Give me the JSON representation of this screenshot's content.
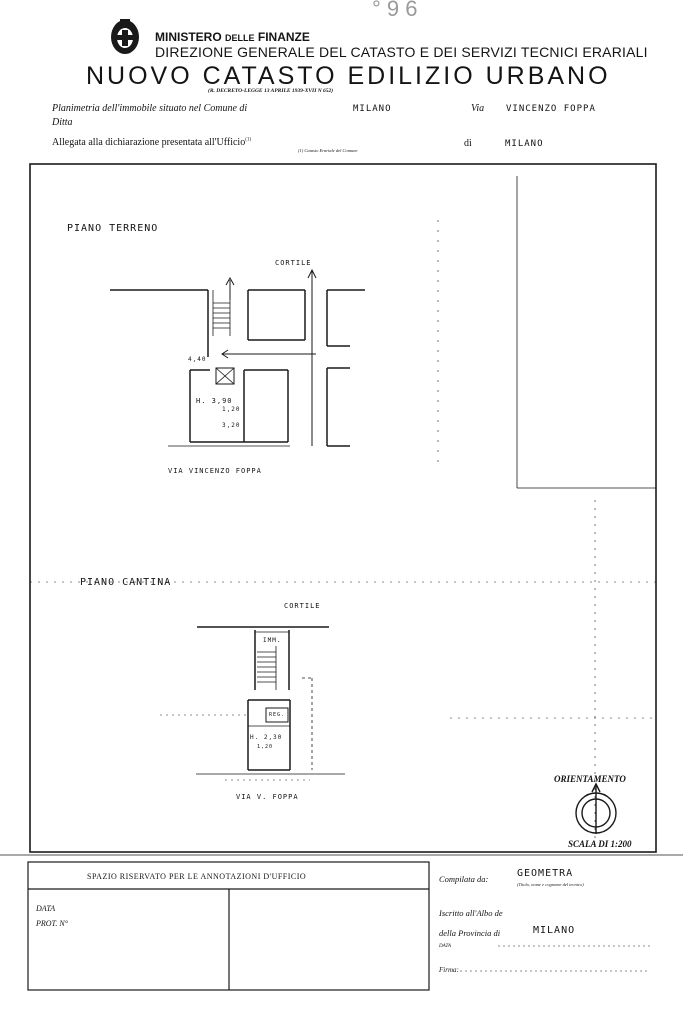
{
  "header": {
    "stamp_number": "° 9 6",
    "ministry": "MINISTERO",
    "ministry_small": "DELLE",
    "ministry_end": "FINANZE",
    "direction": "DIREZIONE GENERALE DEL CATASTO E DEI SERVIZI TECNICI ERARIALI",
    "registry": "NUOVO CATASTO EDILIZIO URBANO",
    "decree": "(R. DECRETO-LEGGE 13 APRILE 1939-XVII N 652)"
  },
  "form": {
    "planimetria_label": "Planimetria dell'immobile situato nel Comune di",
    "comune_value": "MILANO",
    "via_label": "Via",
    "via_value": "VINCENZO FOPPA",
    "ditta_label": "Ditta",
    "allegata_label": "Allegata alla dichiarazione presentata all'Ufficio",
    "allegata_sup": "(1)",
    "ufficio_note": "(1) Catasto Erariale del Comune",
    "di_label": "di",
    "di_value": "MILANO"
  },
  "plan": {
    "ground_floor_title": "PIANO TERRENO",
    "courtyard_1": "CORTILE",
    "level_mark_1": "H. 3,90",
    "dim_1": "4,40",
    "dim_2": "1,20",
    "dim_3": "3,20",
    "street_1": "VIA VINCENZO FOPPA",
    "basement_title": "PIANO CANTINA",
    "courtyard_2": "CORTILE",
    "room_code": "IMM.",
    "room_code_2": "REG.",
    "level_mark_2": "H. 2,30",
    "dim_4": "1,20",
    "street_2": "VIA V. FOPPA",
    "orientation": "ORIENTAMENTO",
    "scale": "SCALA DI 1:200"
  },
  "footer": {
    "reserved_title": "SPAZIO RISERVATO PER LE ANNOTAZIONI D'UFFICIO",
    "data_label": "DATA",
    "prot_label": "PROT. N°",
    "compilata_label": "Compilata da:",
    "compilata_value": "GEOMETRA",
    "compilata_note": "(Titolo, nome e cognome del tecnico)",
    "iscritto_label": "Iscritto all'Albo de",
    "provincia_label": "della Provincia di",
    "provincia_value": "MILANO",
    "data_label_2": "DATA",
    "firma_label": "Firma:"
  }
}
